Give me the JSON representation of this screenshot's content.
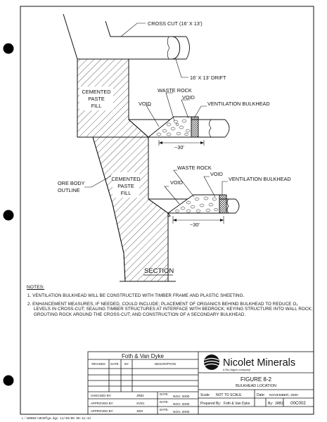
{
  "diagram": {
    "labels": {
      "cross_cut": "CROSS CUT (16' X 13')",
      "drift": "16' X 13' DRIFT",
      "cemented_paste_fill_1": [
        "CEMENTED",
        "PASTE",
        "FILL"
      ],
      "cemented_paste_fill_2": [
        "CEMENTED",
        "PASTE",
        "FILL"
      ],
      "waste_rock_1": "WASTE ROCK",
      "void_1a": "VOID",
      "void_1b": "VOID",
      "vent_bulkhead_1": "VENTILATION BULKHEAD",
      "dim_1": "~30'",
      "ore_body": [
        "ORE BODY",
        "OUTLINE"
      ],
      "waste_rock_2": "WASTE ROCK",
      "void_2a": "VOID",
      "void_2b": "VOID",
      "vent_bulkhead_2": "VENTILATION BULKHEAD",
      "dim_2": "~30'",
      "section": "SECTION"
    }
  },
  "notes": {
    "header": "NOTES:",
    "items": [
      "1. VENTILATION BULKHEAD WILL BE CONSTRUCTED WITH TIMBER FRAME AND PLASTIC SHEETING.",
      "2. ENHANCEMENT MEASURES, IF NEEDED, COULD INCLUDE; PLACEMENT OF ORGANICS BEHIND BULKHEAD TO REDUCE O₂ LEVELS IN CROSS-CUT; SEALING TIMBER STRUCTURES AT INTERFACE WITH BEDROCK; KEYING STRUCTURE INTO WALL ROCK; GROUTING ROCK AROUND THE CROSS-CUT; AND CONSTRUCTION OF A SECONDARY BULKHEAD."
    ]
  },
  "title_block": {
    "firm": "Foth & Van Dyke",
    "rev_headers": [
      "REVISED",
      "DATE",
      "BY",
      "DESCRIPTION"
    ],
    "checked_label": "CHECKED BY:",
    "checked_by": "JRB2",
    "approved_label_1": "APPROVED BY:",
    "approved_by_1": "SVD1",
    "approved_label_2": "APPROVED BY:",
    "approved_by_2": "JWS",
    "date_label": "DATE:",
    "dates": [
      "NOV. 2000",
      "NOV. 2000",
      "NOV. 2000"
    ],
    "company": "Nicolet Minerals",
    "company_sub": "a Rio Algom company",
    "figure": "FIGURE 8-2",
    "figure_title": "BULKHEAD LOCATION",
    "scale_label": "Scale:",
    "scale": "NOT TO SCALE",
    "date_label_2": "Date:",
    "date": "NOVEMBER, 2000",
    "prepared_label": "Prepared By:",
    "prepared_by": "Foth & Van Dyke",
    "by_label": "By:",
    "by": "JRB2",
    "drawing_no": "00C002"
  },
  "footer": {
    "file_path": "L:\\00002\\3049fga.dgn  11/30/00 09:41:44"
  }
}
